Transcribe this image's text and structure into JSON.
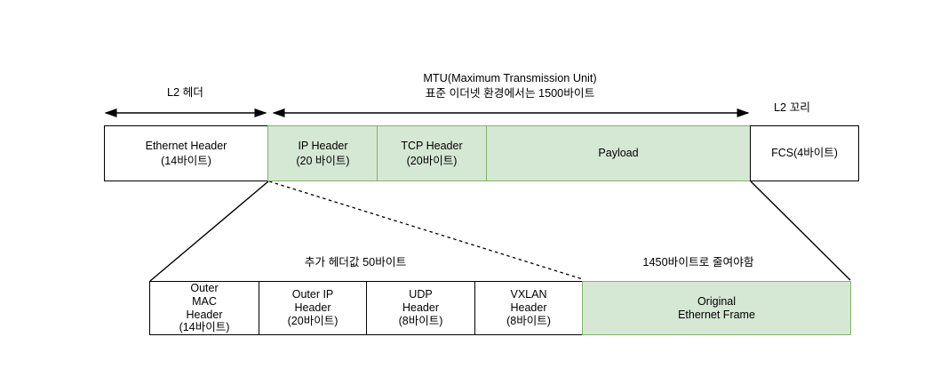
{
  "colors": {
    "green_fill": "#d5e8d4",
    "green_border": "#82b366",
    "line_color": "#000000"
  },
  "annotations": {
    "l2_header": "L2 헤더",
    "mtu": "MTU(Maximum Transmission Unit)\n표준 이더넷 환경에서는 1500바이트",
    "l2_tail": "L2 꼬리",
    "added_header_bytes": "추가 헤더값 50바이트",
    "reduce_to": "1450바이트로 줄여야함"
  },
  "top_frame": {
    "boxes": [
      {
        "id": "ethernet-header",
        "label": "Ethernet Header\n(14바이트)",
        "highlighted": false
      },
      {
        "id": "ip-header",
        "label": "IP Header\n(20 바이트)",
        "highlighted": true
      },
      {
        "id": "tcp-header",
        "label": "TCP Header\n(20바이트)",
        "highlighted": true
      },
      {
        "id": "payload",
        "label": "Payload",
        "highlighted": true
      },
      {
        "id": "fcs",
        "label": "FCS(4바이트)",
        "highlighted": false
      }
    ]
  },
  "vxlan_frame": {
    "boxes": [
      {
        "id": "outer-mac-header",
        "label": "Outer\nMAC\nHeader\n(14바이트)",
        "highlighted": false
      },
      {
        "id": "outer-ip-header",
        "label": "Outer IP\nHeader\n(20바이트)",
        "highlighted": false
      },
      {
        "id": "udp-header",
        "label": "UDP\nHeader\n(8바이트)",
        "highlighted": false
      },
      {
        "id": "vxlan-header",
        "label": "VXLAN\nHeader\n(8바이트)",
        "highlighted": false
      },
      {
        "id": "original-ethernet-frame",
        "label": "Original\nEthernet Frame",
        "highlighted": true
      }
    ]
  }
}
